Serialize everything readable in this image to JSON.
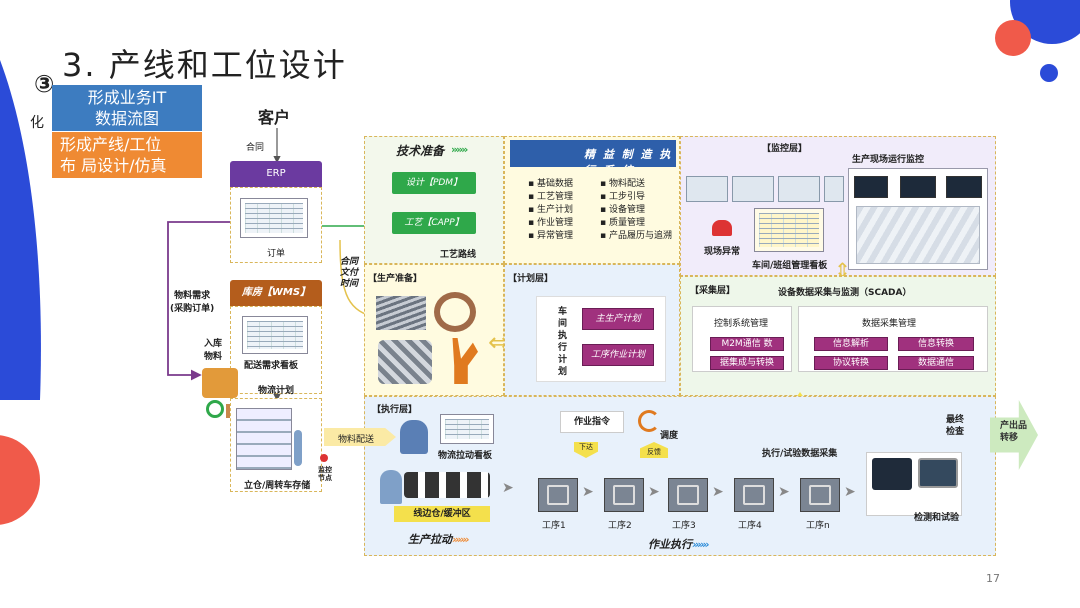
{
  "title": "3. 产线和工位设计",
  "step_marker": "③",
  "step_suffix": "化",
  "label_blue": [
    "形成业务IT",
    "数据流图"
  ],
  "label_orange": [
    "形成产线/工位",
    "布 局设计/仿真"
  ],
  "customer": "客户",
  "contract": "合同",
  "erp": "ERP",
  "order": "订单",
  "material_demand": [
    "物料需求",
    "(采购订单)"
  ],
  "warehouse": "库房【WMS】",
  "inbound": [
    "入库",
    "物料"
  ],
  "delivery_board": "配送需求看板",
  "logistics_plan": "物流计划",
  "storage": "立仓/周转车存储",
  "monitor_node": [
    "监控",
    "节点"
  ],
  "material_delivery": "物料配送",
  "tech_prep": {
    "title": "技术准备",
    "design": "设计【PDM】",
    "process": "工艺【CAPP】",
    "route": "工艺路线",
    "handover": [
      "合同",
      "文付",
      "时间"
    ]
  },
  "mes": {
    "title": "精 益 制 造 执 行 系 统",
    "col1": [
      "基础数据",
      "工艺管理",
      "生产计划",
      "作业管理",
      "异常管理"
    ],
    "col2": [
      "物料配送",
      "工步引导",
      "设备管理",
      "质量管理",
      "产品履历与追溯"
    ]
  },
  "monitor_layer": {
    "title": "【监控层】",
    "site_monitor": "生产现场运行监控",
    "exception": "现场异常",
    "board": "车间/班组管理看板"
  },
  "prod_prep": {
    "title": "【生产准备】"
  },
  "plan_layer": {
    "title": "【计划层】",
    "workshop_exec_plan": [
      "车",
      "间",
      "执",
      "行",
      "计",
      "划"
    ],
    "master_plan": "主生产计划",
    "op_plan": "工序作业计划"
  },
  "collect_layer": {
    "title": "【采集层】",
    "scada": "设备数据采集与监测（SCADA）",
    "ctrl_mgmt": "控制系统管理",
    "m2m": "M2M通信 数",
    "data_conv": "据集成与转换",
    "data_mgmt": "数据采集管理",
    "info_parse": "信息解析",
    "info_conv": "信息转换",
    "proto_conv": "协议转换",
    "data_comm": "数据通信"
  },
  "exec_layer": {
    "title": "【执行层】",
    "logistics_board": "物流拉动看板",
    "work_order": "作业指令",
    "dispatch": "调度",
    "issue": "下达",
    "feedback": "反馈",
    "exec_collect": "执行/试验数据采集",
    "final_check": [
      "最终",
      "检查"
    ],
    "output": [
      "产出品",
      "转移"
    ],
    "buffer": "线边仓/缓冲区",
    "stations": [
      "工序1",
      "工序2",
      "工序3",
      "工序4",
      "工序n"
    ],
    "test": "检测和试验",
    "prod_pull": "生产拉动",
    "work_exec": "作业执行"
  },
  "page_number": "17",
  "colors": {
    "accent_red": "#f05a4a",
    "accent_blue": "#2b4bd8",
    "panel_yellow": "#fffbe0",
    "panel_blue": "#e8f1fb",
    "panel_purple": "#f1ecfa",
    "panel_green": "#eef7ea"
  }
}
